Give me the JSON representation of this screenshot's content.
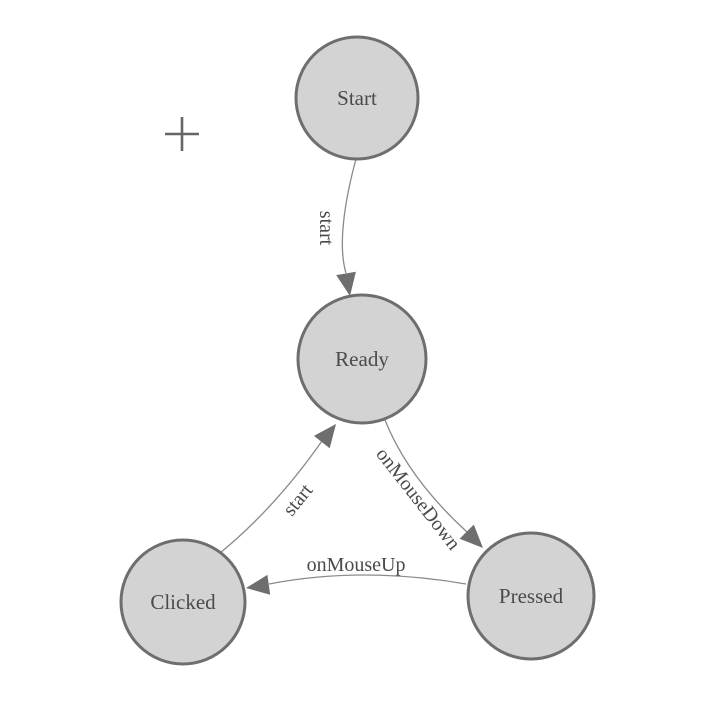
{
  "diagram": {
    "type": "state-machine",
    "background": "#ffffff",
    "node_fill": "#d3d3d3",
    "node_stroke": "#6e6e6e",
    "edge_color": "#8a8a8a",
    "arrow_color": "#6e6e6e",
    "text_color": "#4a4a4a",
    "marker_color": "#666666"
  },
  "nodes": [
    {
      "id": "start",
      "label": "Start"
    },
    {
      "id": "ready",
      "label": "Ready"
    },
    {
      "id": "clicked",
      "label": "Clicked"
    },
    {
      "id": "pressed",
      "label": "Pressed"
    }
  ],
  "edges": [
    {
      "from": "Start",
      "to": "Ready",
      "label": "start"
    },
    {
      "from": "Clicked",
      "to": "Ready",
      "label": "start"
    },
    {
      "from": "Ready",
      "to": "Pressed",
      "label": "onMouseDown"
    },
    {
      "from": "Pressed",
      "to": "Clicked",
      "label": "onMouseUp"
    }
  ],
  "overlay": {
    "plus_marker": "+"
  }
}
